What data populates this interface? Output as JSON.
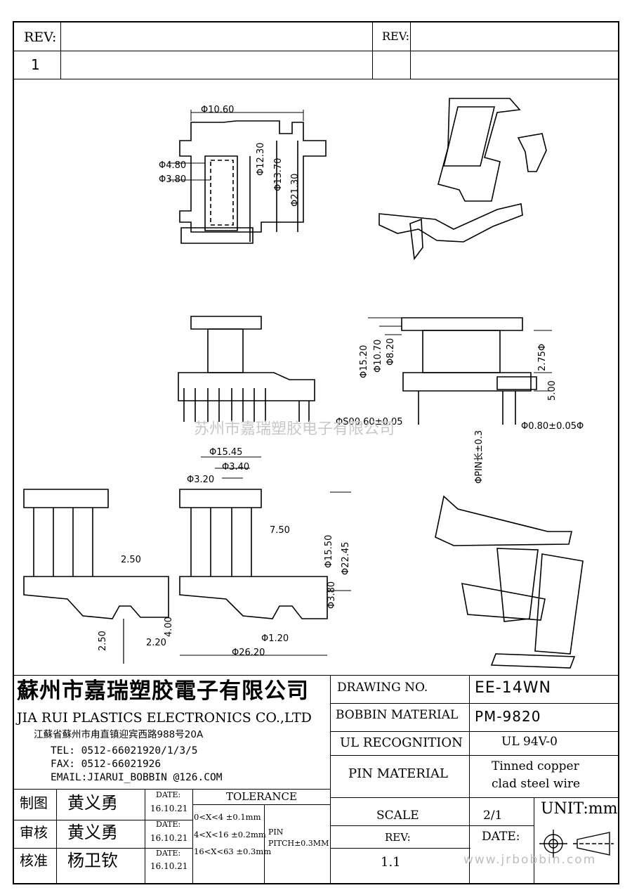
{
  "header": {
    "rev_label_left": "REV:",
    "rev_value_left": "1",
    "rev_label_right": "REV:"
  },
  "watermark": {
    "center_text": "苏州市嘉瑞塑胶电子有限公司",
    "url": "www.jrbobbin.com"
  },
  "dimensions": {
    "top_width": "Φ10.60",
    "d_480": "Φ4.80",
    "d_380": "Φ3.80",
    "d_1230": "Φ12.30",
    "d_1370": "Φ13.70",
    "d_2130": "Φ21.30",
    "d_1520": "Φ15.20",
    "d_1070": "Φ10.70",
    "d_820": "Φ8.20",
    "d_275": "2.75Φ",
    "d_500": "5.00",
    "pin_sq": "ΦS00.60±0.05",
    "pin_dia": "Φ0.80±0.05Φ",
    "pin_len": "ΦPIN长±0.3",
    "d_1545": "Φ15.45",
    "d_340": "Φ3.40",
    "d_320": "Φ3.20",
    "d_750": "7.50",
    "d_1550": "Φ15.50",
    "d_2245": "Φ22.45",
    "d_380b": "Φ3.80",
    "d_120": "Φ1.20",
    "d_2620": "Φ26.20",
    "d_250a": "2.50",
    "d_250b": "2.50",
    "d_220": "2.20",
    "d_400": "4.00"
  },
  "company": {
    "name_cn": "蘇州市嘉瑞塑胶電子有限公司",
    "name_en": "JIA RUI PLASTICS ELECTRONICS CO.,LTD",
    "address": "江蘇省蘇州市甪直镇迎宾西路988号20A",
    "tel": "TEL: 0512-66021920/1/3/5",
    "fax": "FAX: 0512-66021926",
    "email": "EMAIL:JIARUI_BOBBIN @126.COM"
  },
  "approvals": [
    {
      "role": "制图",
      "name": "黄义勇",
      "date_label": "DATE:",
      "date": "16.10.21"
    },
    {
      "role": "审核",
      "name": "黄义勇",
      "date_label": "DATE:",
      "date": "16.10.21"
    },
    {
      "role": "核准",
      "name": "杨卫钦",
      "date_label": "DATE:",
      "date": "16.10.21"
    }
  ],
  "tolerance": {
    "title": "TOLERANCE",
    "rows": [
      "0<X<4 ±0.1mm",
      "4<X<16 ±0.2mm",
      "16<X<63 ±0.3mm"
    ],
    "pin_label": "PIN",
    "pin_pitch": "PITCH±0.3MM"
  },
  "spec": {
    "drawing_no_label": "DRAWING  NO.",
    "drawing_no": "EE-14WN",
    "bobbin_material_label": "BOBBIN  MATERIAL",
    "bobbin_material": "PM-9820",
    "ul_label": "UL RECOGNITION",
    "ul_value": "UL 94V-0",
    "pin_material_label": "PIN MATERIAL",
    "pin_material_line1": "Tinned copper",
    "pin_material_line2": "clad steel wire",
    "scale_label": "SCALE",
    "scale_value": "2/1",
    "unit": "UNIT:mm",
    "rev_label": "REV:",
    "rev_value": "1.1",
    "date_label": "DATE:"
  }
}
